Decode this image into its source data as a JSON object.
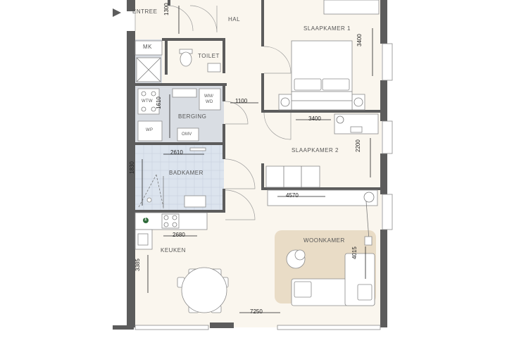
{
  "colors": {
    "floor": "#faf6ee",
    "wall": "#5c5c5c",
    "wet_area": "#d9dde3",
    "bathroom": "#dce4ee",
    "living_rug": "#e9dcc6",
    "badge": "#2f6b3a"
  },
  "rooms": {
    "entree": "ENTREE",
    "hal": "HAL",
    "slaapkamer1": "SLAAPKAMER 1",
    "toilet": "TOILET",
    "mk": "MK",
    "berging": "BERGING",
    "slaapkamer2": "SLAAPKAMER 2",
    "badkamer": "BADKAMER",
    "keuken": "KEUKEN",
    "woonkamer": "WOONKAMER"
  },
  "fixtures": {
    "wtw": "WTW",
    "wm": "WM/",
    "wd": "WD",
    "wp": "WP",
    "omv": "OMV",
    "badge": "1"
  },
  "dimensions": {
    "entree_width": "1300",
    "slaapkamer1_width": "3400",
    "hal_length": "1100",
    "berging_height": "1610",
    "slaapkamer2_length": "3400",
    "slaapkamer2_width": "2200",
    "badkamer_length": "2610",
    "badkamer_height": "1830",
    "corridor_length": "4570",
    "keuken_length": "2680",
    "keuken_height": "3385",
    "woonkamer_width": "4015",
    "total_length": "7250"
  },
  "icons": {
    "entrance": "entrance-arrow-icon",
    "badge": "info-badge-icon"
  }
}
